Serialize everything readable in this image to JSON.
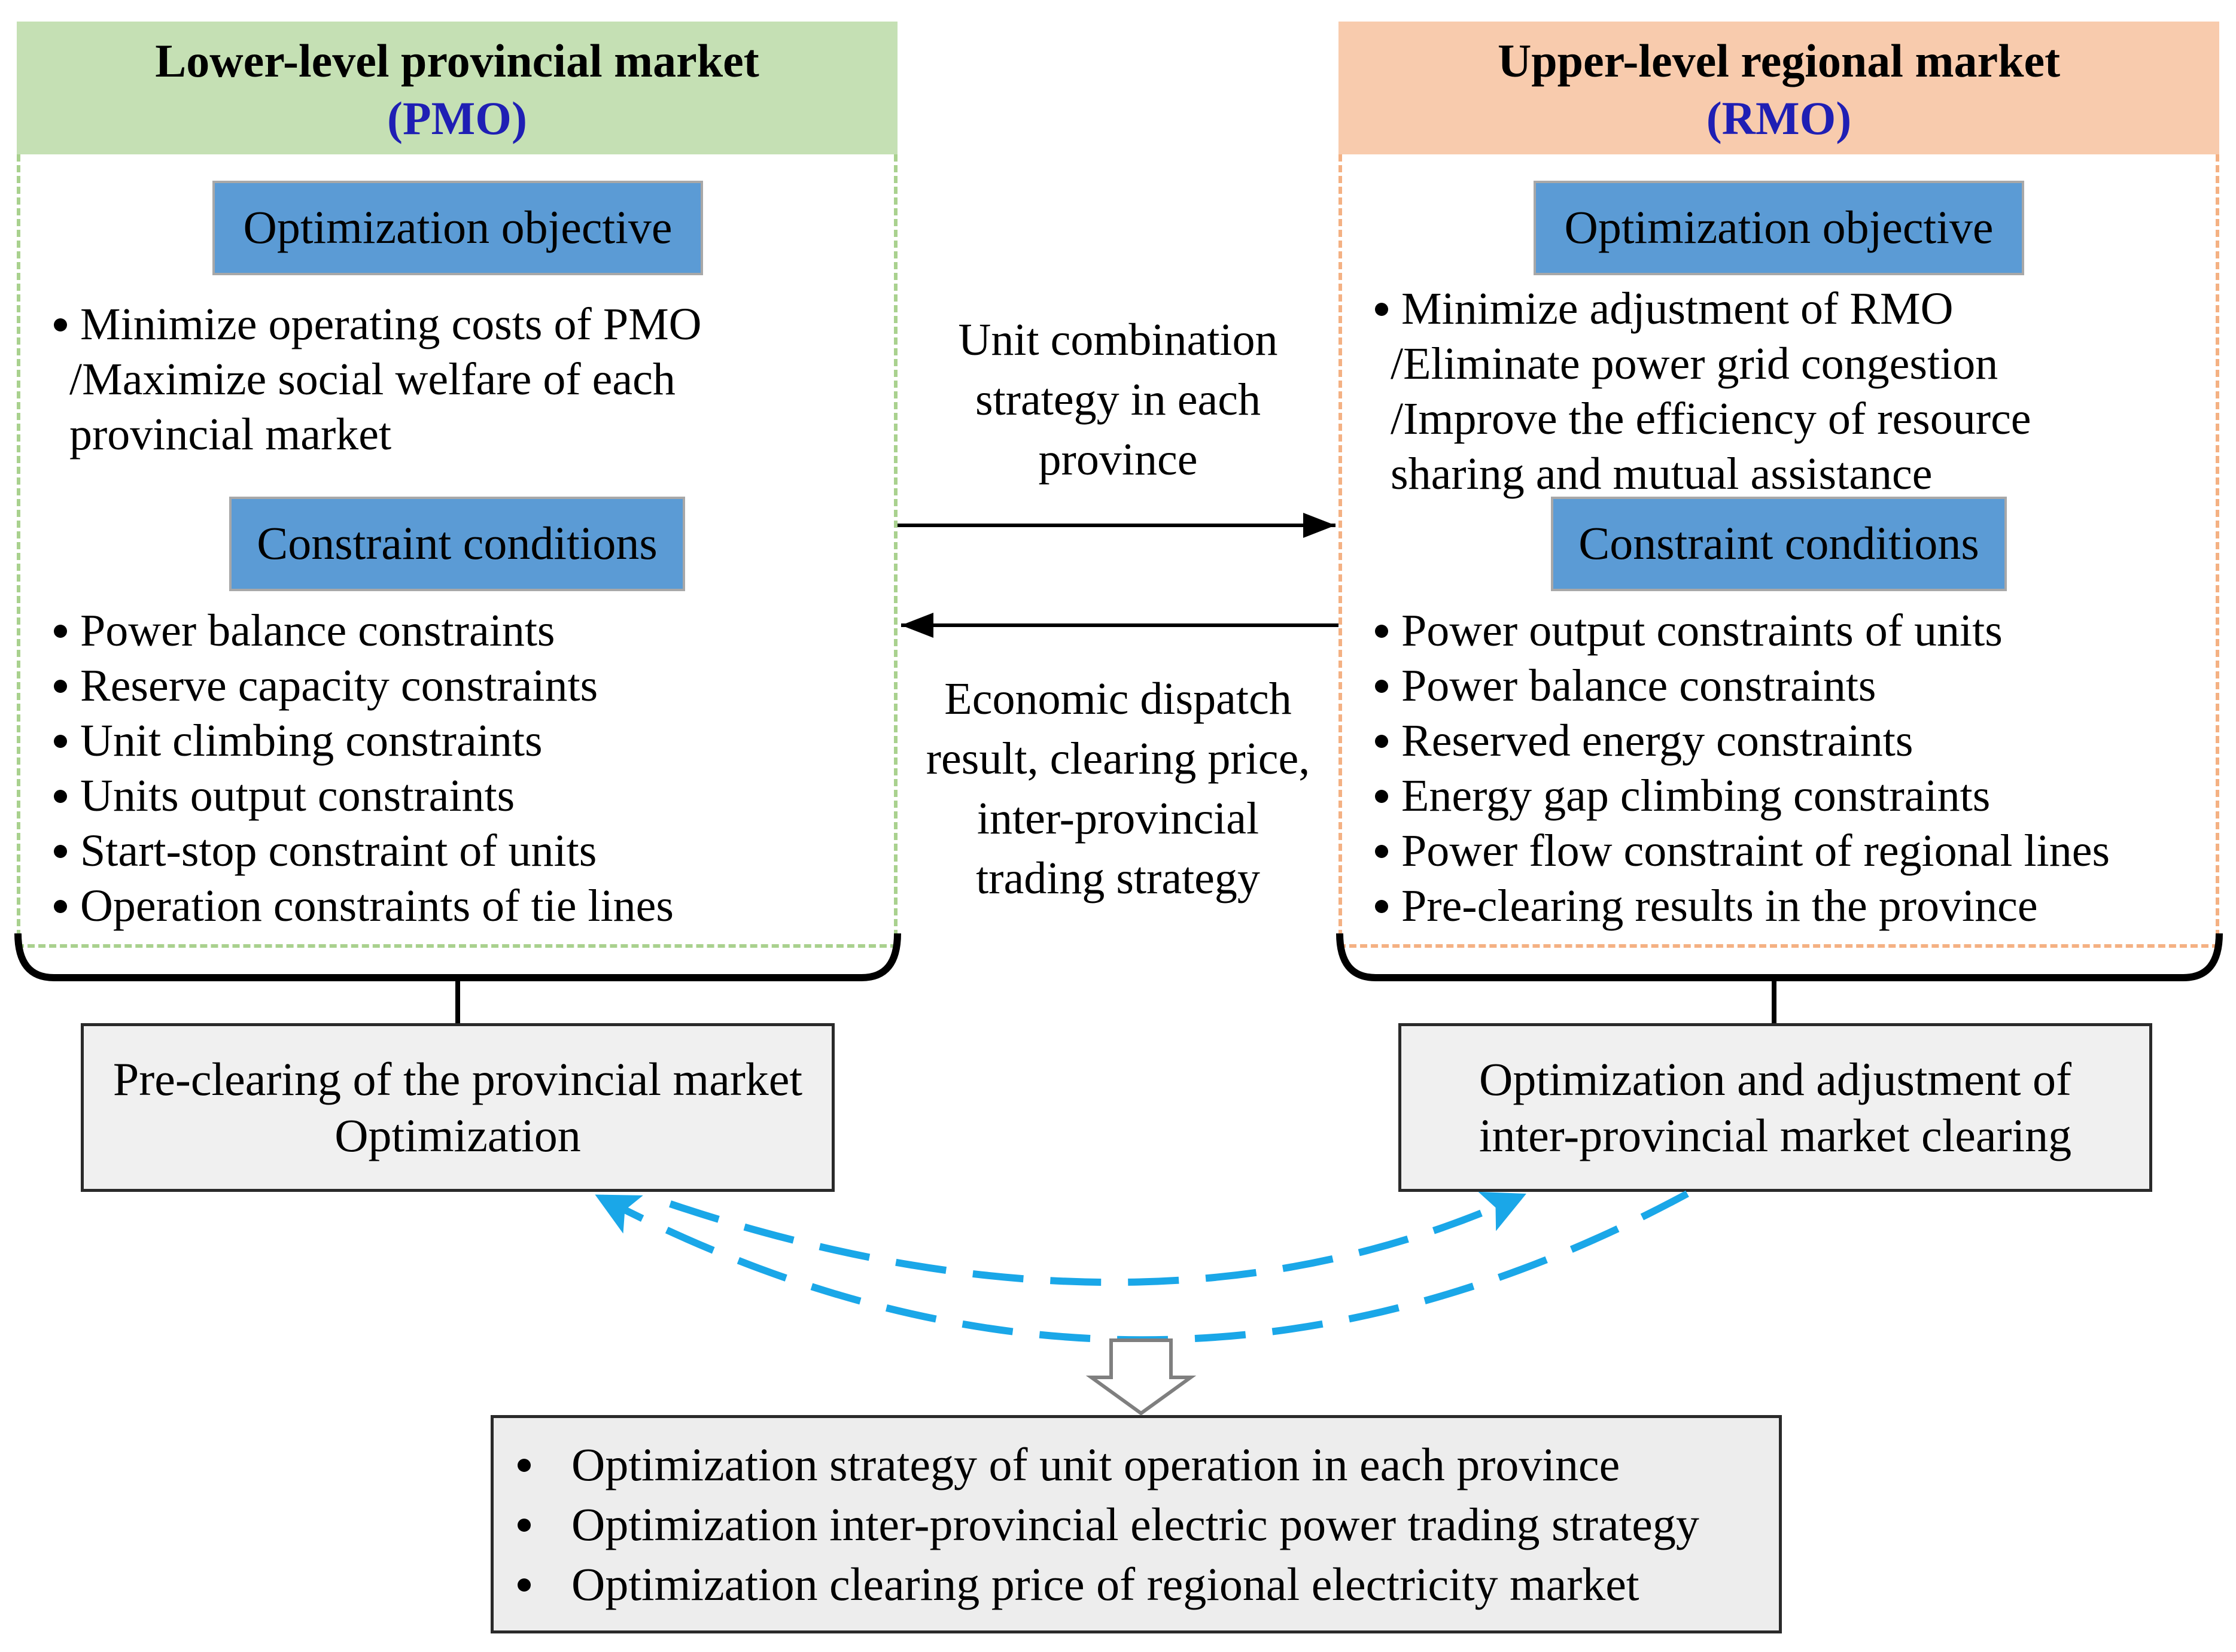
{
  "left_panel": {
    "title": "Lower-level provincial market",
    "acronym": "(PMO)",
    "header_color": "#c5e0b4",
    "dash_color": "#a9d18e",
    "objective_tag": "Optimization objective",
    "objective_lines": [
      "Minimize operating costs of PMO",
      "/Maximize social welfare of each",
      "provincial market"
    ],
    "constraint_tag": "Constraint conditions",
    "constraints": [
      "Power balance constraints",
      "Reserve capacity constraints",
      "Unit climbing constraints",
      "Units output constraints",
      "Start-stop constraint of units",
      "Operation constraints of tie lines"
    ]
  },
  "right_panel": {
    "title": "Upper-level regional market",
    "acronym": "(RMO)",
    "header_color": "#f8cbad",
    "dash_color": "#f4b183",
    "objective_tag": "Optimization objective",
    "objective_lines": [
      "Minimize adjustment of RMO",
      "/Eliminate power grid congestion",
      "/Improve the efficiency of resource",
      "sharing and mutual assistance"
    ],
    "constraint_tag": "Constraint conditions",
    "constraints": [
      "Power output constraints of units",
      "Power balance constraints",
      "Reserved energy constraints",
      "Energy gap climbing constraints",
      "Power flow constraint of regional lines",
      "Pre-clearing results in the province"
    ]
  },
  "flow_right_label": [
    "Unit combination",
    "strategy in each",
    "province"
  ],
  "flow_left_label": [
    "Economic dispatch",
    "result, clearing price,",
    "inter-provincial",
    "trading strategy"
  ],
  "left_process": [
    "Pre-clearing of the provincial market",
    "Optimization"
  ],
  "right_process": [
    "Optimization and adjustment of",
    "inter-provincial market clearing"
  ],
  "results": [
    "Optimization strategy of unit operation in each province",
    "Optimization inter-provincial electric power trading strategy",
    "Optimization clearing price of regional electricity market"
  ],
  "colors": {
    "tag_blue": "#5b9bd5",
    "loop_arrow": "#1aa7e8"
  }
}
